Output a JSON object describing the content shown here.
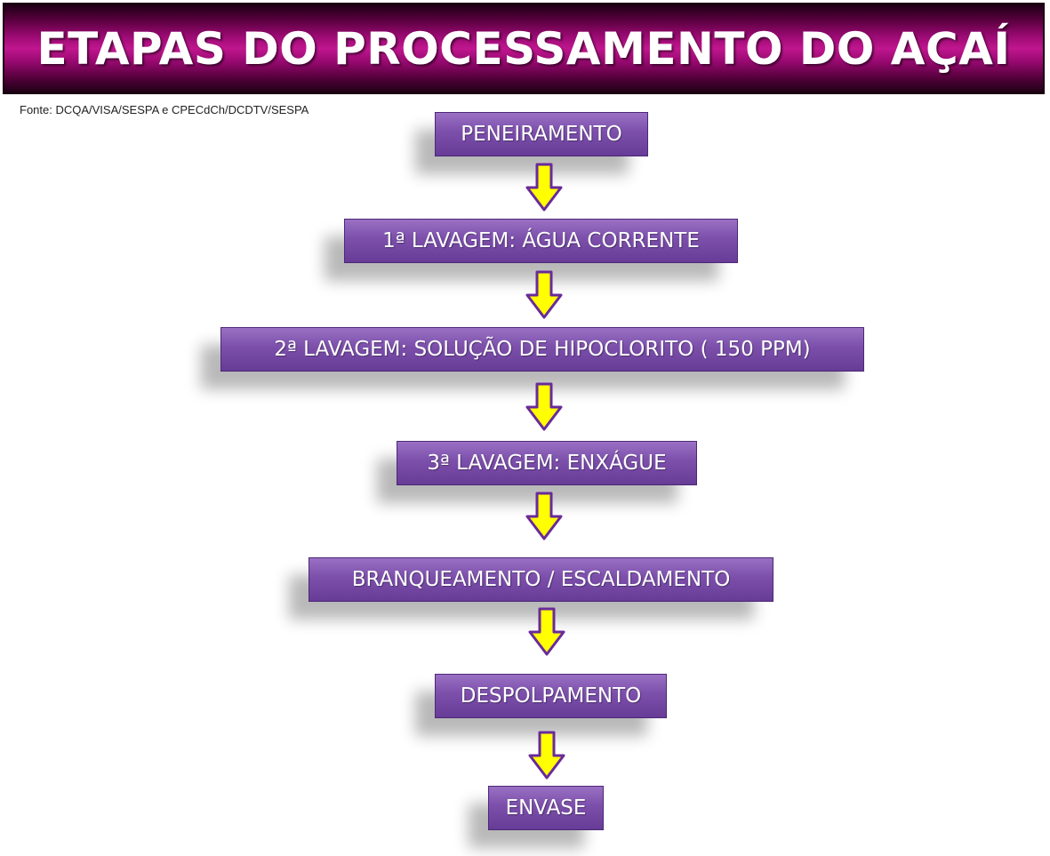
{
  "title": "ETAPAS DO PROCESSAMENTO DO AÇAÍ",
  "source": "Fonte: DCQA/VISA/SESPA e CPECdCh/DCDTV/SESPA",
  "steps": [
    {
      "label": "PENEIRAMENTO"
    },
    {
      "label": "1ª LAVAGEM:  ÁGUA CORRENTE"
    },
    {
      "label": "2ª LAVAGEM: SOLUÇÃO DE HIPOCLORITO  ( 150 PPM)"
    },
    {
      "label": "3ª LAVAGEM: ENXÁGUE"
    },
    {
      "label": "BRANQUEAMENTO / ESCALDAMENTO"
    },
    {
      "label": "DESPOLPAMENTO"
    },
    {
      "label": "ENVASE"
    }
  ],
  "colors": {
    "title_bar": "#9a0a72",
    "step_box": "#7b4faa",
    "arrow_fill": "#ffff00",
    "arrow_stroke": "#6a2a9a"
  },
  "icons": {
    "arrow": "arrow-down-icon"
  }
}
